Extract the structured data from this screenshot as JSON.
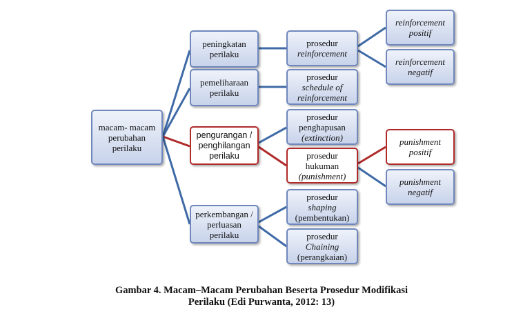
{
  "diagram": {
    "root": [
      "macam- macam",
      "perubahan",
      "perilaku"
    ],
    "l1": {
      "peningkatan": [
        "peningkatan",
        "perilaku"
      ],
      "pemeliharaan": [
        "pemeliharaan",
        "perilaku"
      ],
      "pengurangan": [
        "pengurangan /",
        "penghilangan",
        "perilaku"
      ],
      "perkembangan": [
        "perkembangan /",
        "perluasan",
        "perilaku"
      ]
    },
    "l2": {
      "reinforcement": {
        "line1": "prosedur",
        "line2": "reinforcement"
      },
      "schedule": {
        "line1": "prosedur",
        "line2": "schedule of",
        "line3": "reinforcement"
      },
      "penghapusan": {
        "line1": "prosedur",
        "line2": "penghapusan",
        "line3": "(extinction)"
      },
      "hukuman": {
        "line1": "prosedur",
        "line2": "hukuman",
        "line3": "(punishment)"
      },
      "shaping": {
        "line1": "prosedur",
        "line2": "shaping",
        "line3": "(pembentukan)"
      },
      "chaining": {
        "line1": "prosedur",
        "line2": "Chaining",
        "line3": "(perangkaian)"
      }
    },
    "l3": {
      "reinf_pos": [
        "reinforcement",
        "positif"
      ],
      "reinf_neg": [
        "reinforcement",
        "negatif"
      ],
      "pun_pos": [
        "punishment",
        "positif"
      ],
      "pun_neg": [
        "punishment",
        "negatif"
      ]
    },
    "colors": {
      "connector": "#3f6aa6",
      "highlight": "#b02a2a",
      "node_border": "#6f87bd"
    }
  },
  "caption": {
    "line1": "Gambar 4. Macam–Macam Perubahan Beserta Prosedur Modifikasi",
    "line2": "Perilaku (Edi Purwanta, 2012: 13)"
  }
}
